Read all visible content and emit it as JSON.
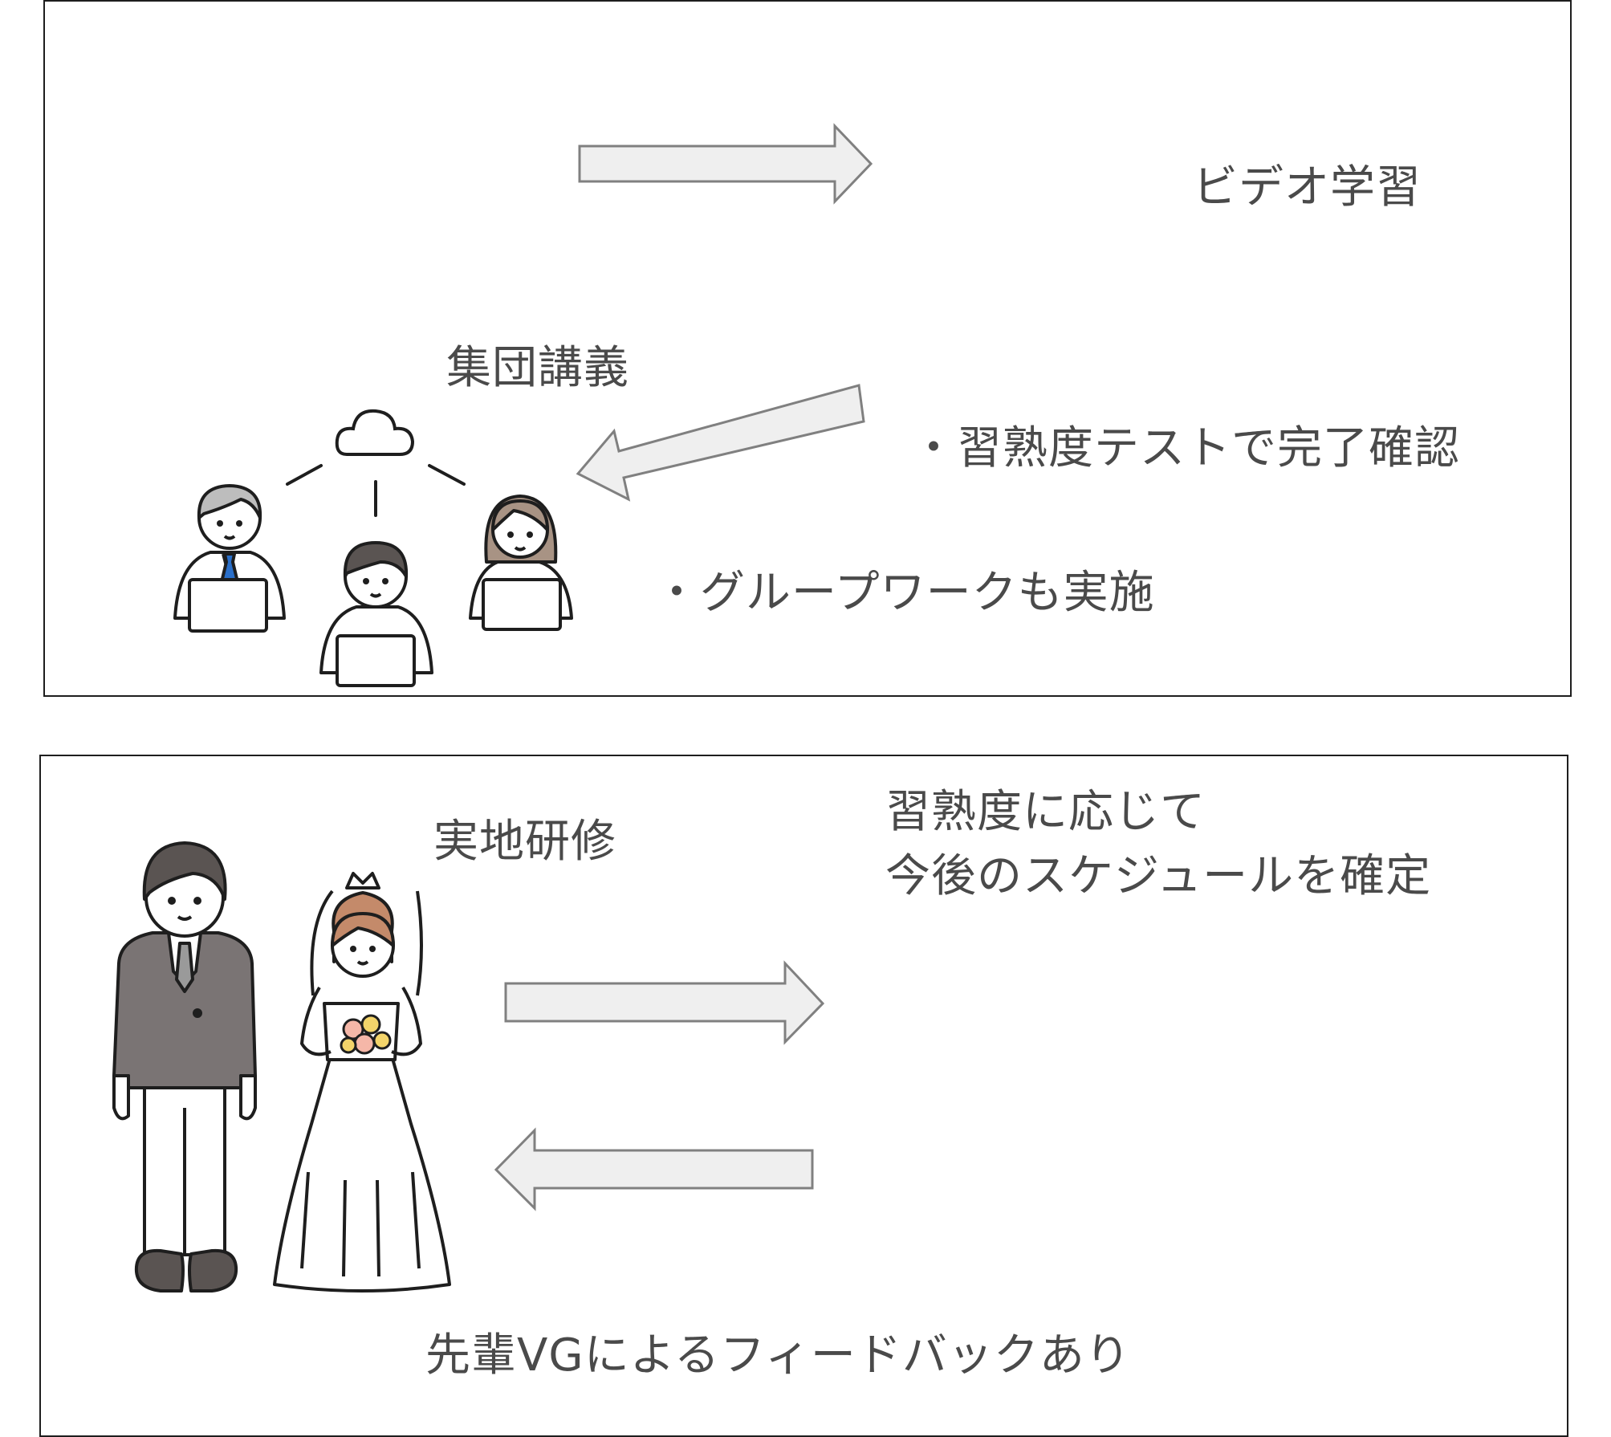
{
  "top_panel": {
    "video_learning": "ビデオ学習",
    "group_lecture": "集団講義",
    "proficiency_test": "・習熟度テストで完了確認",
    "group_work": "・グループワークも実施"
  },
  "bottom_panel": {
    "field_training": "実地研修",
    "schedule_line1": "習熟度に応じて",
    "schedule_line2": "今後のスケジュールを確定",
    "feedback": "先輩VGによるフィードバックあり"
  },
  "colors": {
    "text": "#4a4a4a",
    "border": "#1e1e1e",
    "arrow_fill": "#efefef",
    "arrow_stroke": "#808080",
    "suit": "#7a7474",
    "hair": "#5a5452",
    "bride_hair": "#c48a6a",
    "bouquet": "#f5b7a8",
    "tie": "#2a6fc9"
  },
  "icons": [
    "arrow-right-icon",
    "arrow-left-icon",
    "cloud-icon",
    "laptop-people-icon",
    "groom-icon",
    "bride-icon"
  ]
}
